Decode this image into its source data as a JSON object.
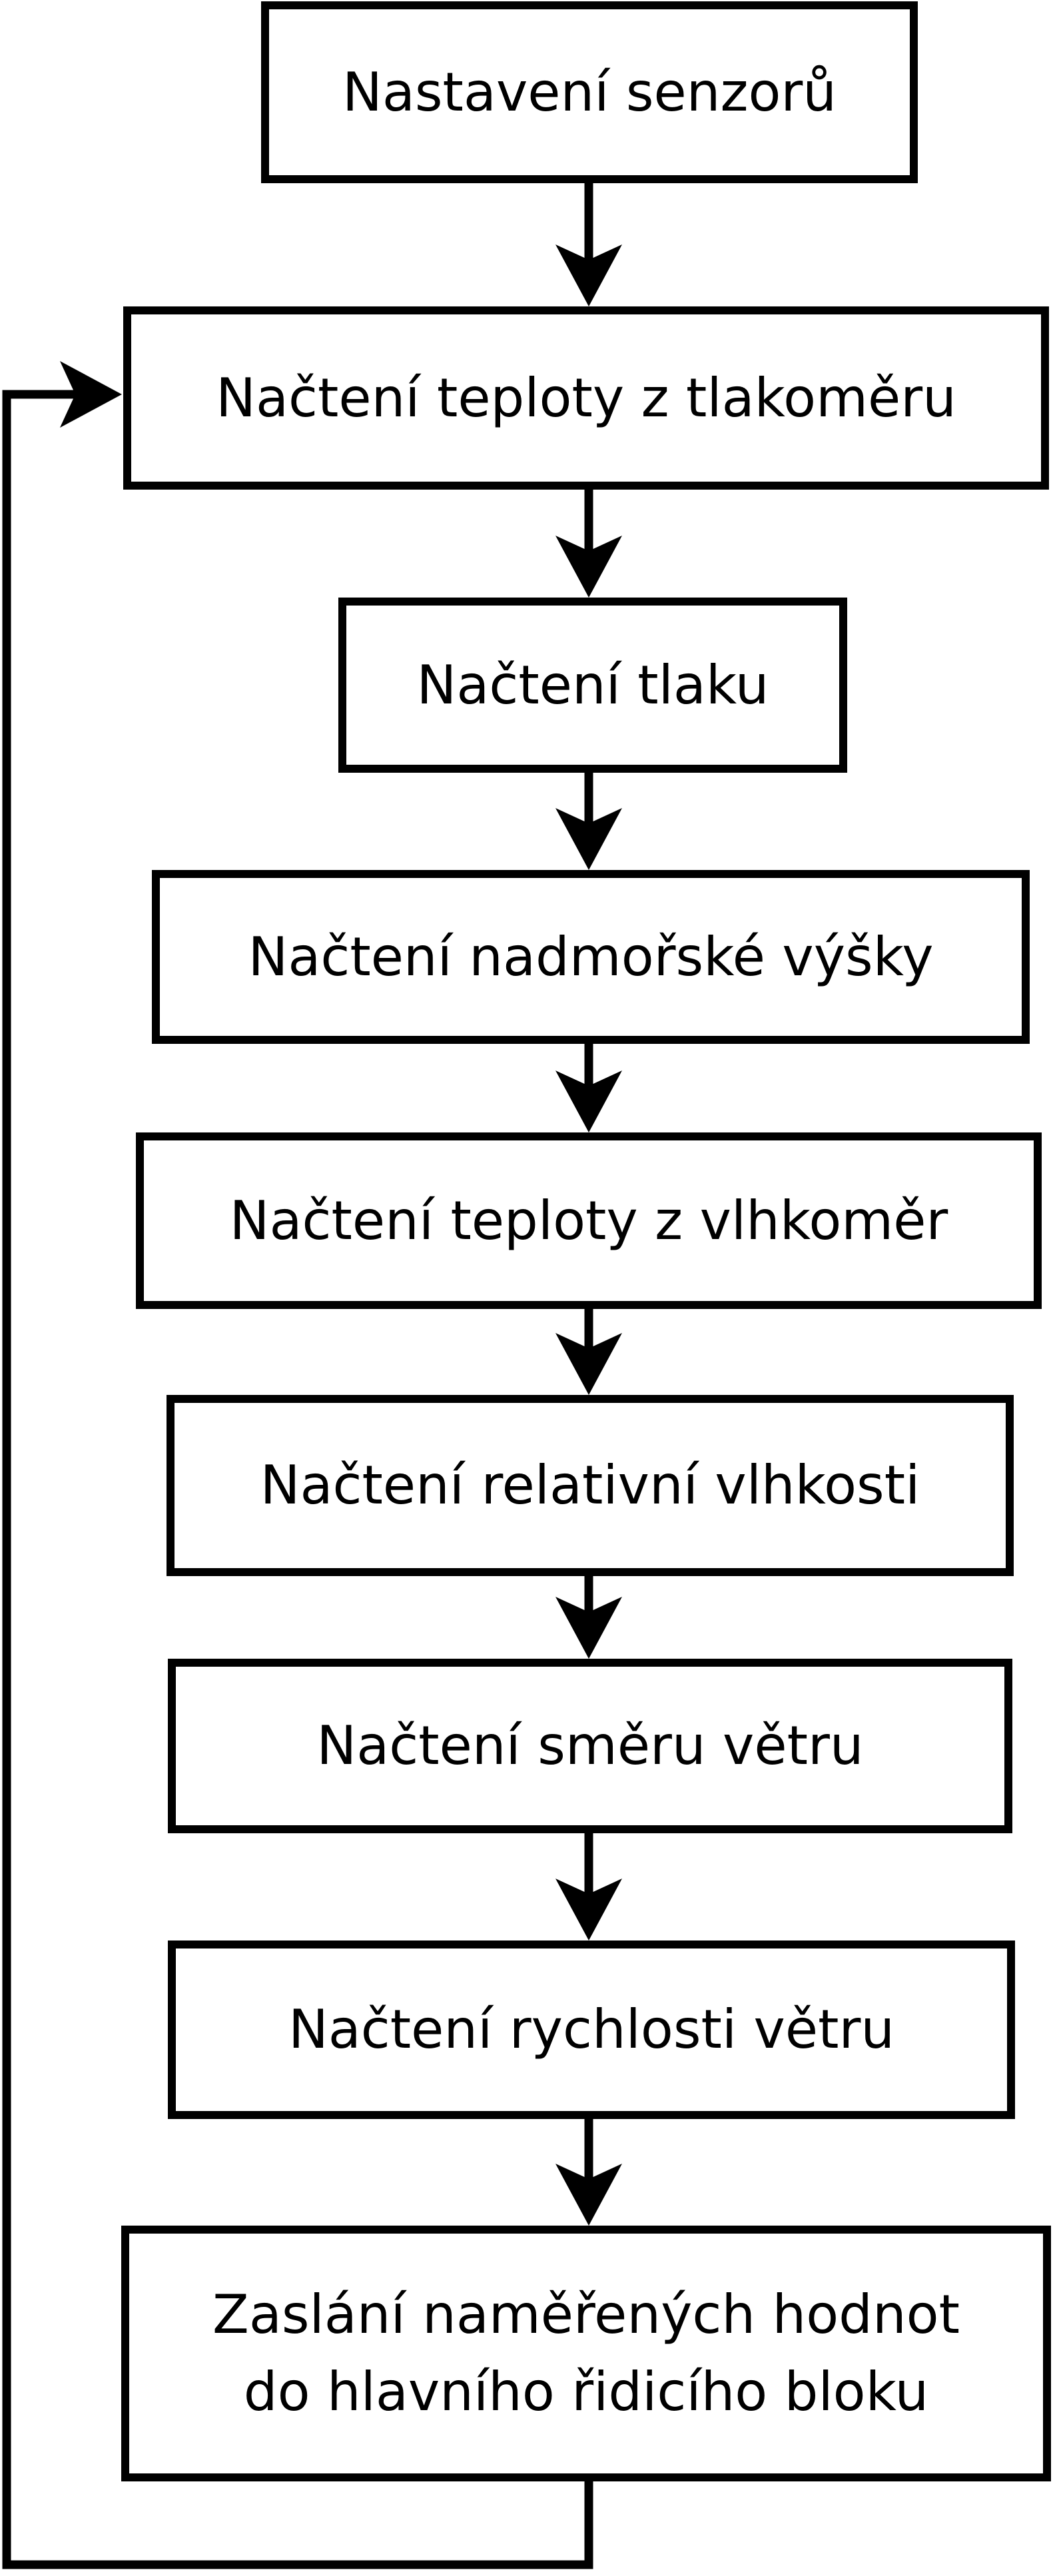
{
  "diagram": {
    "type": "flowchart",
    "background_color": "#ffffff",
    "line_color": "#000000",
    "box_fill": "#ffffff",
    "nodes": [
      {
        "id": "nastaveni-senzoru",
        "label": "Nastavení senzorů"
      },
      {
        "id": "nacteni-teploty-z-tlakomeru",
        "label": "Načtení teploty z tlakoměru"
      },
      {
        "id": "nacteni-tlaku",
        "label": "Načtení tlaku"
      },
      {
        "id": "nacteni-nadmorske-vysky",
        "label": "Načtení nadmořské výšky"
      },
      {
        "id": "nacteni-teploty-z-vlhkomer",
        "label": "Načtení teploty z vlhkoměr"
      },
      {
        "id": "nacteni-relativni-vlhkosti",
        "label": "Načtení relativní vlhkosti"
      },
      {
        "id": "nacteni-smeru-vetru",
        "label": "Načtení směru větru"
      },
      {
        "id": "nacteni-rychlosti-vetru",
        "label": "Načtení rychlosti větru"
      },
      {
        "id": "zaslani-namerenych-hodnot",
        "label": "Zaslání naměřených hodnot do hlavního řidicího bloku",
        "lines": [
          "Zaslání naměřených hodnot",
          "do hlavního řidicího bloku"
        ]
      }
    ],
    "edges": [
      {
        "from": "nastaveni-senzoru",
        "to": "nacteni-teploty-z-tlakomeru",
        "type": "arrow-down"
      },
      {
        "from": "nacteni-teploty-z-tlakomeru",
        "to": "nacteni-tlaku",
        "type": "arrow-down"
      },
      {
        "from": "nacteni-tlaku",
        "to": "nacteni-nadmorske-vysky",
        "type": "arrow-down"
      },
      {
        "from": "nacteni-nadmorske-vysky",
        "to": "nacteni-teploty-z-vlhkomer",
        "type": "arrow-down"
      },
      {
        "from": "nacteni-teploty-z-vlhkomer",
        "to": "nacteni-relativni-vlhkosti",
        "type": "arrow-down"
      },
      {
        "from": "nacteni-relativni-vlhkosti",
        "to": "nacteni-smeru-vetru",
        "type": "arrow-down"
      },
      {
        "from": "nacteni-smeru-vetru",
        "to": "nacteni-rychlosti-vetru",
        "type": "arrow-down"
      },
      {
        "from": "nacteni-rychlosti-vetru",
        "to": "zaslani-namerenych-hodnot",
        "type": "arrow-down"
      },
      {
        "from": "zaslani-namerenych-hodnot",
        "to": "nacteni-teploty-z-tlakomeru",
        "type": "loop-back-left"
      }
    ]
  }
}
